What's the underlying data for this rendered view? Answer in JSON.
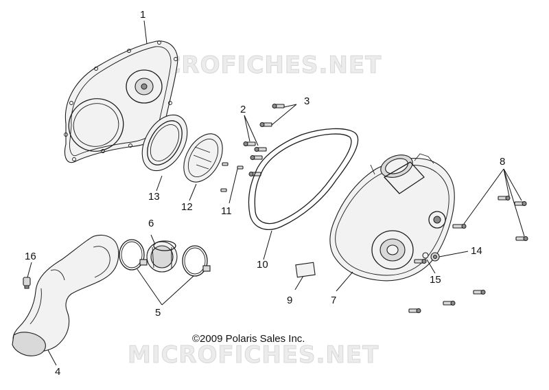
{
  "watermark": "MICROFICHES.NET",
  "copyright": "©2009 Polaris Sales Inc.",
  "callouts": [
    {
      "id": "1",
      "label": "1"
    },
    {
      "id": "2",
      "label": "2"
    },
    {
      "id": "3",
      "label": "3"
    },
    {
      "id": "4",
      "label": "4"
    },
    {
      "id": "5",
      "label": "5"
    },
    {
      "id": "6",
      "label": "6"
    },
    {
      "id": "7",
      "label": "7"
    },
    {
      "id": "8",
      "label": "8"
    },
    {
      "id": "9",
      "label": "9"
    },
    {
      "id": "10",
      "label": "10"
    },
    {
      "id": "11",
      "label": "11"
    },
    {
      "id": "12",
      "label": "12"
    },
    {
      "id": "13",
      "label": "13"
    },
    {
      "id": "14",
      "label": "14"
    },
    {
      "id": "15",
      "label": "15"
    },
    {
      "id": "16",
      "label": "16"
    }
  ]
}
